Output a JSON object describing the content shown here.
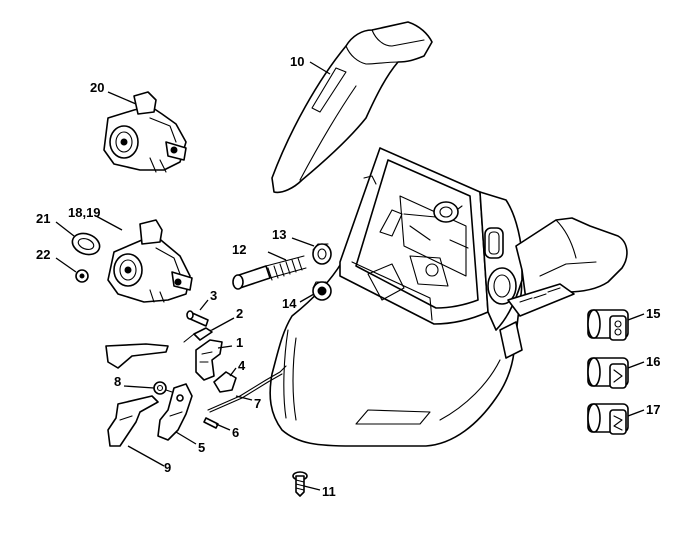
{
  "diagram": {
    "colors": {
      "line": "#000000",
      "background": "#ffffff"
    },
    "callouts": {
      "c1": "1",
      "c2": "2",
      "c3": "3",
      "c4": "4",
      "c5": "5",
      "c6": "6",
      "c7": "7",
      "c8": "8",
      "c9": "9",
      "c10": "10",
      "c11": "11",
      "c12": "12",
      "c13": "13",
      "c14": "14",
      "c15": "15",
      "c16": "16",
      "c17": "17",
      "c18_19": "18,19",
      "c20": "20",
      "c21": "21",
      "c22": "22"
    }
  }
}
